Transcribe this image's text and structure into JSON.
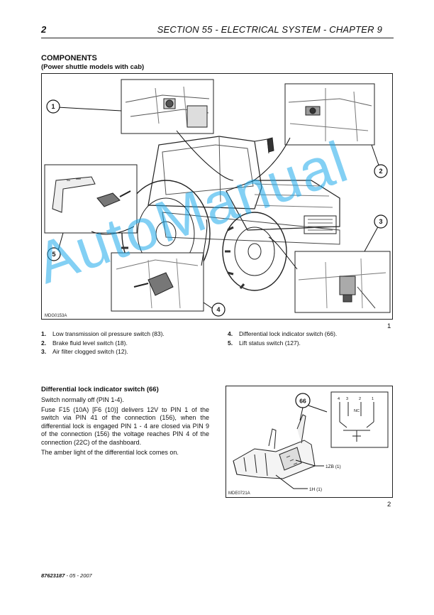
{
  "header": {
    "page_number": "2",
    "section_title": "SECTION 55 - ELECTRICAL SYSTEM - CHAPTER 9"
  },
  "components": {
    "title": "COMPONENTS",
    "subtitle": "(Power shuttle models with cab)"
  },
  "figure1": {
    "code": "MDG0153A",
    "number": "1",
    "callouts": [
      "1",
      "2",
      "3",
      "4",
      "5"
    ]
  },
  "legend": [
    {
      "num": "1.",
      "text": "Low transmission oil pressure switch (83)."
    },
    {
      "num": "2.",
      "text": "Brake fluid level switch (18)."
    },
    {
      "num": "3.",
      "text": "Air filter clogged switch (12)."
    },
    {
      "num": "4.",
      "text": "Differential lock indicator switch (66)."
    },
    {
      "num": "5.",
      "text": "Lift status switch (127)."
    }
  ],
  "watermark": "AutoManual",
  "diff_lock": {
    "title": "Differential lock indicator switch (66)",
    "paragraphs": [
      "Switch normally off (PIN 1-4).",
      "Fuse F15 (10A) [F6 (10)] delivers 12V to PIN 1 of the switch via PIN 41 of the connection (156), when the differential lock is engaged PIN 1 - 4 are closed via PIN 9 of the connection (156) the voltage reaches PIN 4 of the connection (22C) of the dashboard.",
      "The amber light of the differential lock comes on."
    ]
  },
  "figure2": {
    "code": "MDE0721A",
    "number": "2",
    "callout": "66",
    "label_1zb": "1ZB (1)",
    "label_1h": "1H (1)",
    "nc": "NC",
    "pins": [
      "4",
      "3",
      "2",
      "1"
    ]
  },
  "footer": {
    "doc_number": "87623187",
    "date": " - 05 - 2007"
  }
}
